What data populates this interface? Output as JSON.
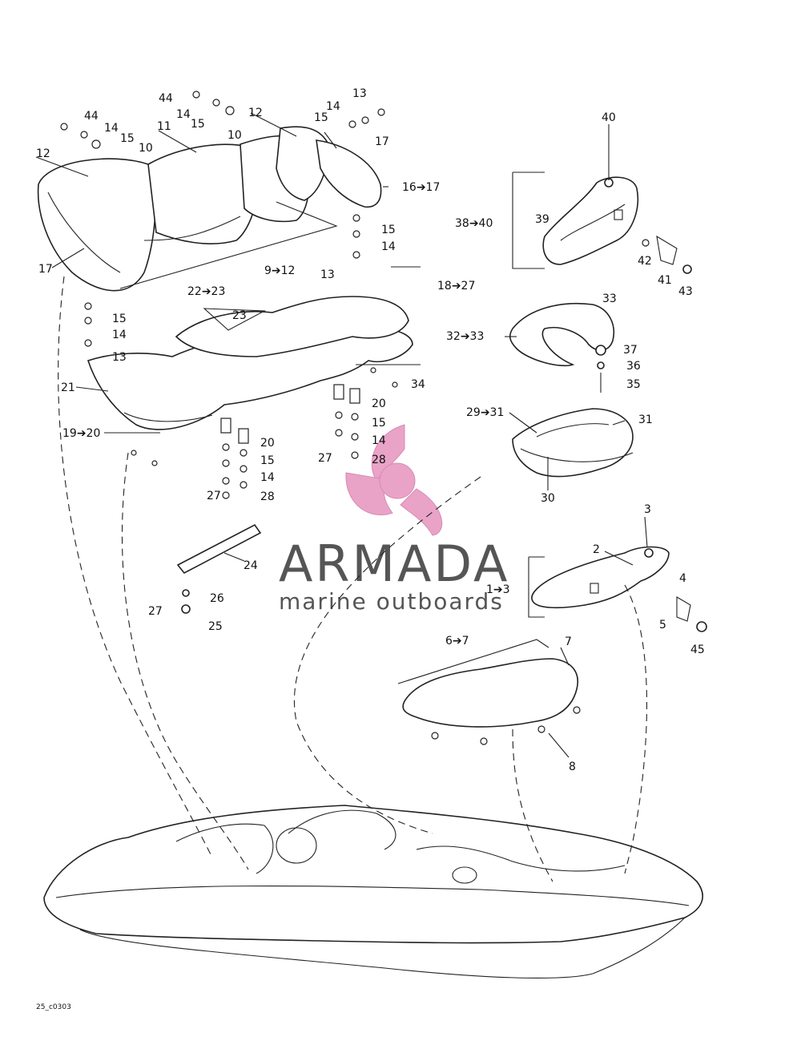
{
  "drawing_code": "25_c0303",
  "watermark": {
    "brand": "ARMADA",
    "tagline": "marine outboards",
    "color": "#e9a3c7"
  },
  "labels": {
    "l44a": "44",
    "l14a": "14",
    "l15a": "15",
    "l44b": "44",
    "l14b": "14",
    "l15b": "15",
    "l12a": "12",
    "l11": "11",
    "l13a": "13",
    "l14c": "14",
    "l15c": "15",
    "l17a": "17",
    "l12b": "12",
    "l10a": "10",
    "l10b": "10",
    "l16": "16➔17",
    "l15d": "15",
    "l14d": "14",
    "l13b": "13",
    "l9": "9➔12",
    "l17b": "17",
    "l15e": "15",
    "l14e": "14",
    "l13c": "13",
    "l18": "18➔27",
    "l22": "22➔23",
    "l23": "23",
    "l21": "21",
    "l34": "34",
    "l20a": "20",
    "l15f": "15",
    "l14f": "14",
    "l27a": "27",
    "l28a": "28",
    "l19": "19➔20",
    "l20b": "20",
    "l15g": "15",
    "l14g": "14",
    "l27b": "27",
    "l28b": "28",
    "l40": "40",
    "l38": "38➔40",
    "l39": "39",
    "l42": "42",
    "l41": "41",
    "l43": "43",
    "l33": "33",
    "l32": "32➔33",
    "l37": "37",
    "l36": "36",
    "l35": "35",
    "l29": "29➔31",
    "l31": "31",
    "l30": "30",
    "l24": "24",
    "l26": "26",
    "l27c": "27",
    "l25": "25",
    "l3": "3",
    "l2": "2",
    "l13r": "1➔3",
    "l4": "4",
    "l5": "5",
    "l45": "45",
    "l67": "6➔7",
    "l7": "7",
    "l8": "8"
  }
}
